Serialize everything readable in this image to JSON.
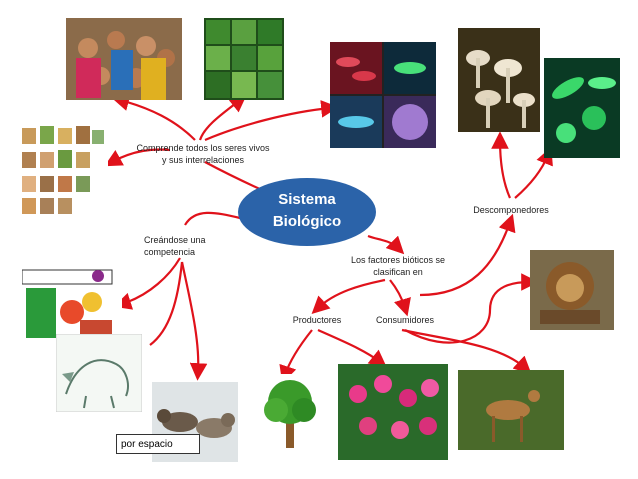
{
  "central": {
    "line1": "Sistema",
    "line2": "Biológico",
    "color": "#2b63a9"
  },
  "labels": {
    "comprende_l1": "Comprende todos los seres vivos",
    "comprende_l2": "y sus interrelaciones",
    "creandose_l1": "Creándose una",
    "creandose_l2": "competencia",
    "factores_l1": "Los factores bióticos se",
    "factores_l2": "clasifican en",
    "descomponedores": "Descomponedores",
    "productores": "Productores",
    "consumidores": "Consumidores",
    "por_espacio": "por espacio"
  },
  "arrow_color": "#e0121b",
  "images": {
    "people": "people-photo",
    "plants": "plants-photo",
    "bacteria_grid": "bacteria-grid-photo",
    "mushrooms": "mushrooms-photo",
    "green_bacteria": "green-bacteria-photo",
    "animals_grid": "animals-grid-image",
    "alimentos": "alimentos-cartoon",
    "wolf_sketch": "wolf-sketch-image",
    "wolves": "wolves-photo",
    "tree": "tree-image",
    "flowers": "flowers-photo",
    "deer": "deer-photo",
    "lion": "lion-photo"
  }
}
